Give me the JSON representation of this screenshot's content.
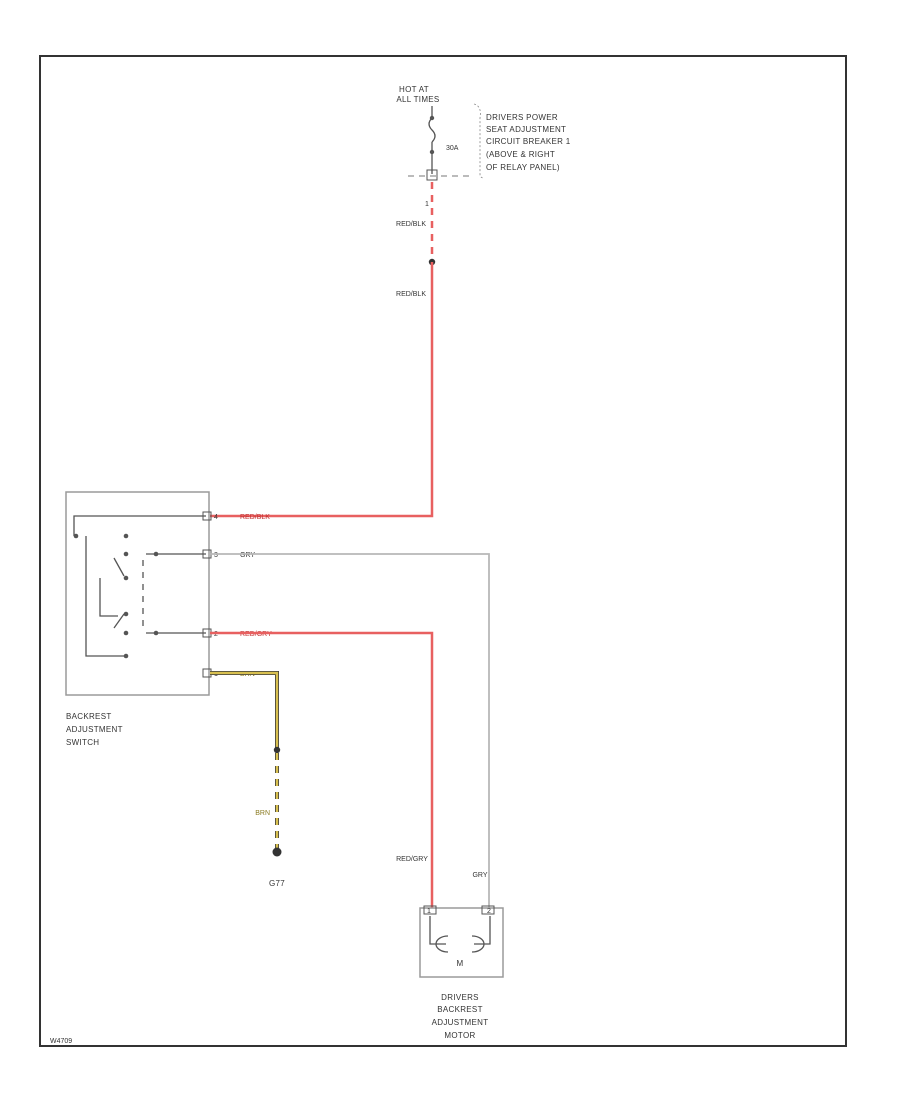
{
  "diagram": {
    "frame_id": "W4709",
    "colors": {
      "border": "#333333",
      "wire_red": "#e86060",
      "wire_gray": "#b8b8b8",
      "wire_yellow": "#d8c050",
      "wire_yellow_dark": "#3a3a3a",
      "component": "#555555",
      "box": "#9a9a9a"
    },
    "power_source": {
      "label_line1": "HOT AT",
      "label_line2": "ALL TIMES",
      "breaker_rating": "30A",
      "pin": "1"
    },
    "circuit_breaker_desc": {
      "line1": "DRIVERS POWER",
      "line2": "SEAT ADJUSTMENT",
      "line3": "CIRCUIT BREAKER 1",
      "line4": "(ABOVE & RIGHT",
      "line5": "OF RELAY PANEL)"
    },
    "wires": {
      "feed_upper_color": "RED/BLK",
      "feed_lower_color": "RED/BLK",
      "top_wire": "RED/BLK",
      "second_wire": "GRY",
      "third_wire": "RED/GRY",
      "bottom_wire": "BRN",
      "ground_wire": "BRN",
      "motor_left_wire": "RED/GRY",
      "motor_right_wire": "GRY"
    },
    "switch": {
      "label_line1": "BACKREST",
      "label_line2": "ADJUSTMENT",
      "label_line3": "SWITCH",
      "pins": [
        "4",
        "3",
        "2",
        "1"
      ]
    },
    "ground": {
      "label": "G77"
    },
    "motor": {
      "symbol": "M",
      "pins": [
        "1",
        "2"
      ],
      "label_line1": "DRIVERS",
      "label_line2": "BACKREST",
      "label_line3": "ADJUSTMENT",
      "label_line4": "MOTOR"
    }
  }
}
